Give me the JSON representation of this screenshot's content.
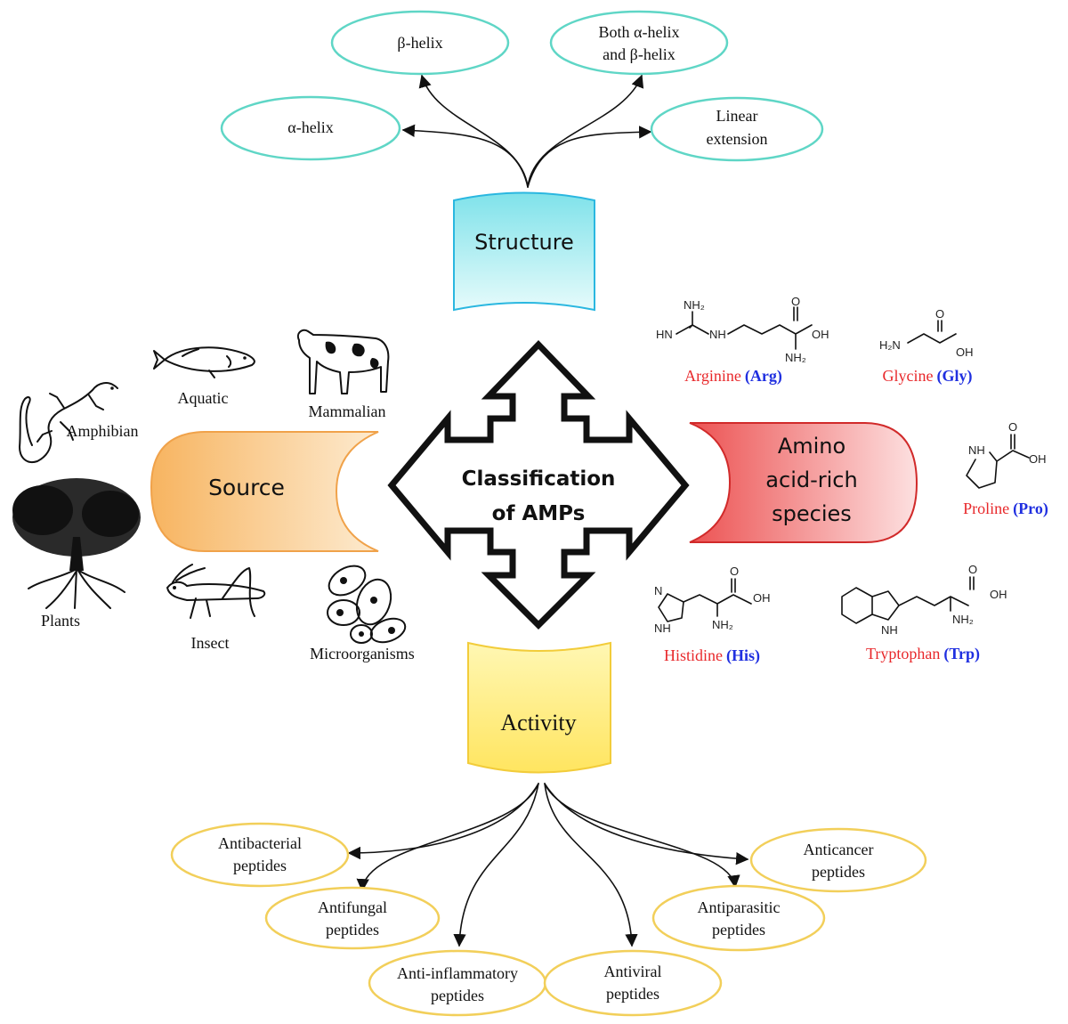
{
  "center": {
    "line1": "Classification",
    "line2": "of AMPs"
  },
  "structure": {
    "label": "Structure",
    "items": [
      "α-helix",
      "β-helix",
      "Both α-helix and  β-helix",
      "Linear extension"
    ],
    "item_lines": [
      [
        "α-helix"
      ],
      [
        "β-helix"
      ],
      [
        "Both α-helix",
        "and  β-helix"
      ],
      [
        "Linear",
        "extension"
      ]
    ]
  },
  "source": {
    "label": "Source",
    "items": [
      "Amphibian",
      "Aquatic",
      "Mammalian",
      "Plants",
      "Insect",
      "Microorganisms"
    ]
  },
  "amino": {
    "label_lines": [
      "Amino",
      "acid-rich",
      "species"
    ],
    "acids": [
      {
        "name": "Arginine",
        "abbr": "(Arg)"
      },
      {
        "name": "Glycine",
        "abbr": "(Gly)"
      },
      {
        "name": "Proline",
        "abbr": "(Pro)"
      },
      {
        "name": "Histidine",
        "abbr": "(His)"
      },
      {
        "name": "Tryptophan",
        "abbr": "(Trp)"
      }
    ],
    "chem_labels": {
      "nh2": "NH₂",
      "nh": "NH",
      "hn": "HN",
      "o": "O",
      "oh": "OH",
      "h2n": "H₂N"
    }
  },
  "activity": {
    "label": "Activity",
    "items": [
      [
        "Antibacterial",
        "peptides"
      ],
      [
        "Antifungal",
        "peptides"
      ],
      [
        "Anti-inflammatory",
        "peptides"
      ],
      [
        "Antiviral",
        "peptides"
      ],
      [
        "Antiparasitic",
        "peptides"
      ],
      [
        "Anticancer",
        "peptides"
      ]
    ]
  },
  "colors": {
    "structure_fill": "#aef0ef",
    "structure_stroke": "#2ab7e0",
    "structure_ellipse": "#5fd6c6",
    "source_fill": "#f8c77e",
    "source_stroke": "#f0a24a",
    "amino_fill": "#f07070",
    "amino_stroke": "#d12a2a",
    "activity_fill": "#ffef7a",
    "activity_stroke": "#f2cc3a",
    "activity_ellipse": "#f2cf5a",
    "acid_name": "#e8282b",
    "acid_abbr": "#1f2fe0"
  }
}
